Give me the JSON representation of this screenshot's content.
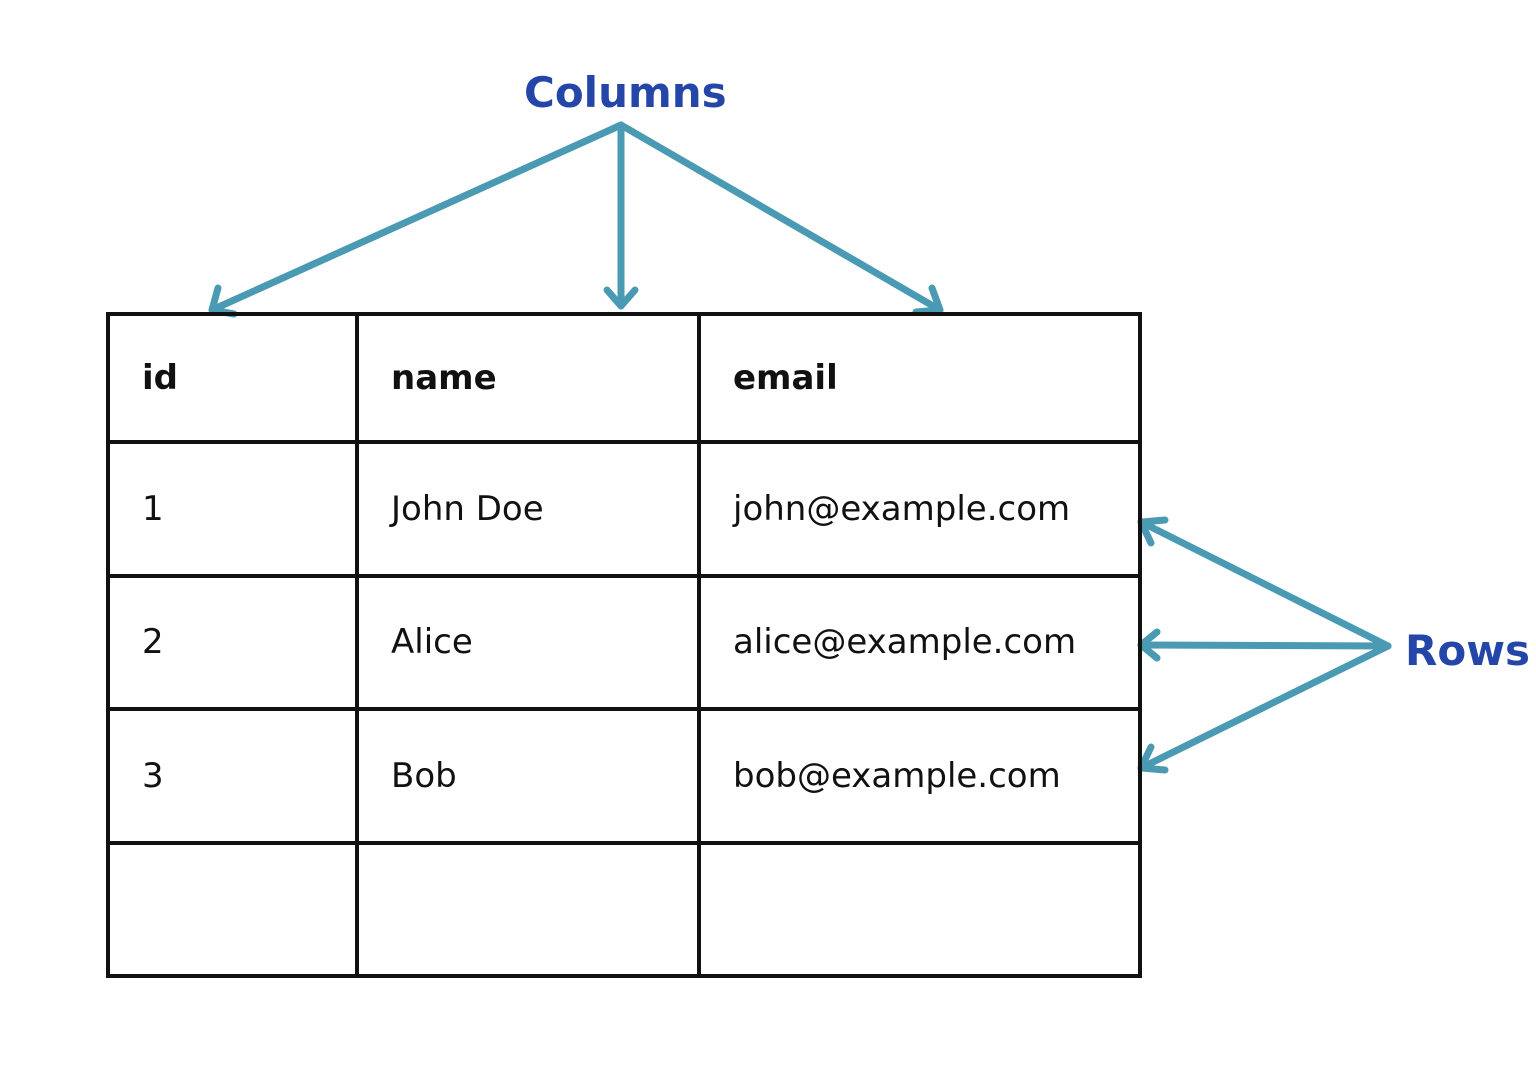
{
  "labels": {
    "columns": "Columns",
    "rows": "Rows"
  },
  "colors": {
    "label_text": "#2446a8",
    "arrow": "#4a9ab3",
    "table_border": "#111111"
  },
  "table": {
    "headers": [
      "id",
      "name",
      "email"
    ],
    "rows": [
      [
        "1",
        "John Doe",
        "john@example.com"
      ],
      [
        "2",
        "Alice",
        "alice@example.com"
      ],
      [
        "3",
        "Bob",
        "bob@example.com"
      ],
      [
        "",
        "",
        ""
      ]
    ]
  }
}
